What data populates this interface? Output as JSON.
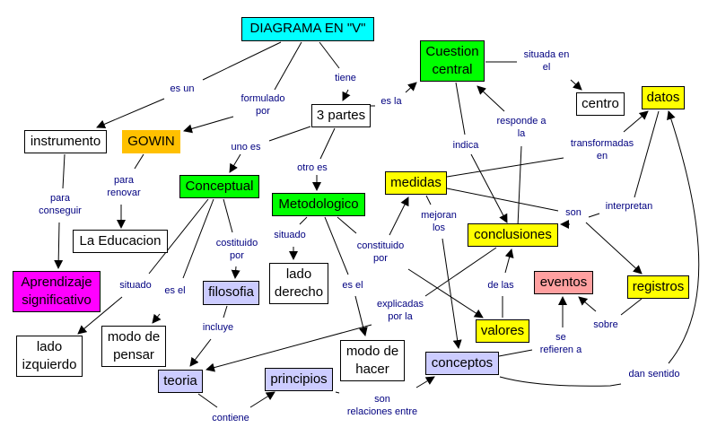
{
  "colors": {
    "title": "#00ffff",
    "part": "#00ff00",
    "right": "#ffff00",
    "author": "#ffc000",
    "goal": "#ff00ff",
    "left": "#ccccff",
    "event": "#ffa0a0",
    "plain": "#ffffff",
    "label_text": "#000080"
  },
  "nodes": {
    "diagrama": "DIAGRAMA EN \"V\"",
    "cuestion": "Cuestion\ncentral",
    "centro": "centro",
    "datos": "datos",
    "tres_partes": "3 partes",
    "instrumento": "instrumento",
    "gowin": "GOWIN",
    "conceptual": "Conceptual",
    "metodologico": "Metodologico",
    "medidas": "medidas",
    "conclusiones": "conclusiones",
    "la_educacion": "La Educacion",
    "aprendizaje": "Aprendizaje\nsignificativo",
    "filosofia": "filosofia",
    "lado_derecho": "lado\nderecho",
    "eventos": "eventos",
    "registros": "registros",
    "lado_izquierdo": "lado\nizquierdo",
    "modo_pensar": "modo de\npensar",
    "modo_hacer": "modo de\nhacer",
    "valores": "valores",
    "teoria": "teoria",
    "principios": "principios",
    "conceptos": "conceptos"
  },
  "links": {
    "es_un": "es un",
    "formulado_por": "formulado\npor",
    "tiene": "tiene",
    "es_la": "es la",
    "situada_en_el": "situada en\nel",
    "responde_a_la": "responde a\nla",
    "indica": "indica",
    "transformadas_en": "transformadas\nen",
    "uno_es": "uno es",
    "otro_es": "otro es",
    "para_renovar": "para\nrenovar",
    "para_conseguir": "para\nconseguir",
    "costituido_por": "costituido\npor",
    "situado_left": "situado",
    "es_el_left": "es el",
    "situado_right": "situado",
    "constituido_por": "constituido\npor",
    "mejoran_los": "mejoran\nlos",
    "son": "son",
    "interpretan": "interpretan",
    "es_el_right": "es el",
    "explicadas_por_la": "explicadas\npor la",
    "de_las": "de las",
    "incluye": "incluye",
    "sobre": "sobre",
    "se_refieren_a": "se\nrefieren a",
    "contiene": "contiene",
    "son_relaciones_entre": "son\nrelaciones entre",
    "dan_sentido": "dan sentido"
  }
}
